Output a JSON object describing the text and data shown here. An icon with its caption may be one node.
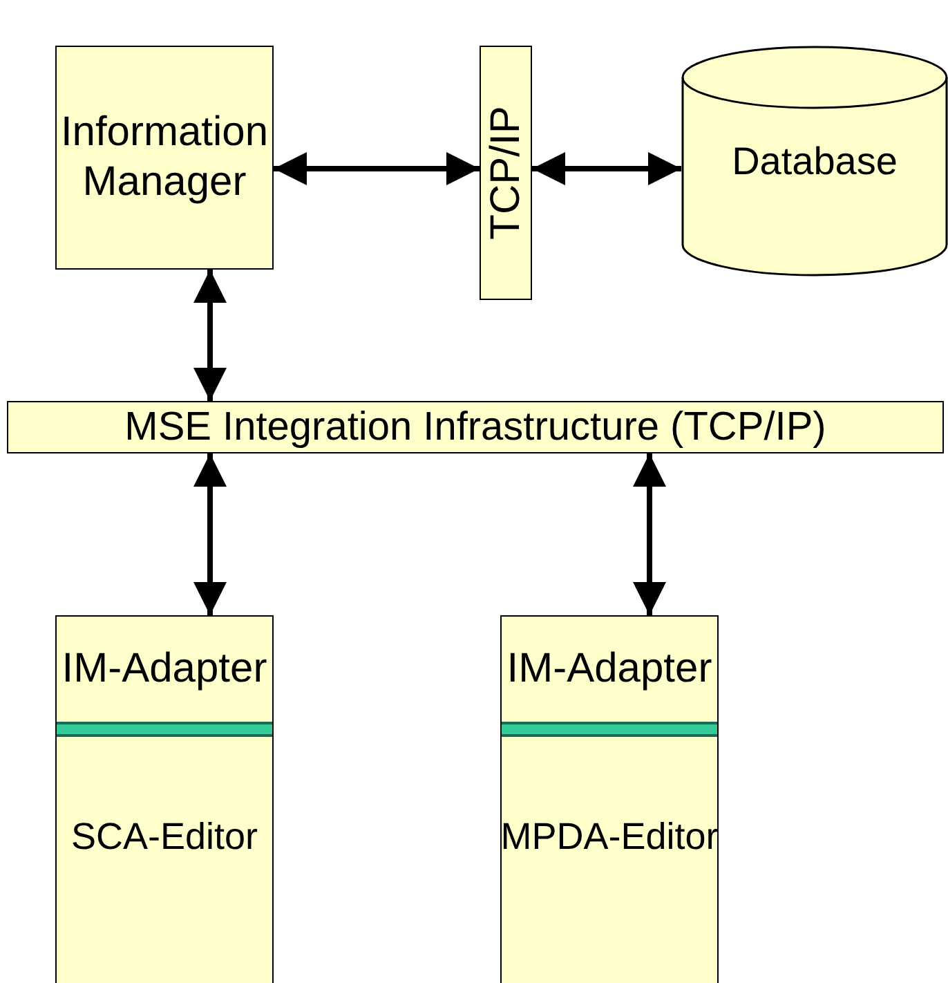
{
  "diagram": {
    "nodes": [
      {
        "text": [
          "Information Manager"
        ]
      },
      {
        "text": [
          "TCP/IP"
        ]
      },
      {
        "text": [
          "Database"
        ]
      },
      {
        "text": [
          "MSE Integration Infrastructure (TCP/IP)"
        ]
      },
      {
        "text": [
          "IM-Adapter",
          "SCA-Editor"
        ]
      },
      {
        "text": [
          "IM-Adapter",
          "MPDA-Editor"
        ]
      }
    ],
    "edges": [
      {
        "from": 0,
        "to": 1,
        "arrow": "both"
      },
      {
        "from": 1,
        "to": 2,
        "arrow": "both"
      },
      {
        "from": 0,
        "to": 3,
        "arrow": "both"
      },
      {
        "from": 3,
        "to": 4,
        "arrow": "both"
      },
      {
        "from": 3,
        "to": 5,
        "arrow": "both"
      }
    ]
  }
}
